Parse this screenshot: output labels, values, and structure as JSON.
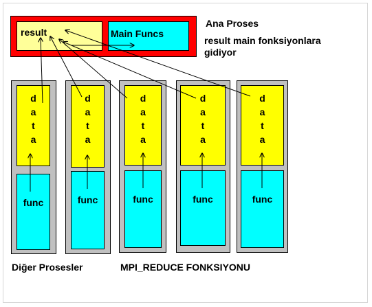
{
  "main": {
    "result_label": "result",
    "main_funcs_label": "Main Funcs",
    "title": "Ana Proses",
    "description_line1": "result main fonksiyonlara",
    "description_line2": "gidiyor"
  },
  "processes": [
    {
      "data_letters": [
        "d",
        "a",
        "t",
        "a"
      ],
      "func_label": "func"
    },
    {
      "data_letters": [
        "d",
        "a",
        "t",
        "a"
      ],
      "func_label": "func"
    },
    {
      "data_letters": [
        "d",
        "a",
        "t",
        "a"
      ],
      "func_label": "func"
    },
    {
      "data_letters": [
        "d",
        "a",
        "t",
        "a"
      ],
      "func_label": "func"
    },
    {
      "data_letters": [
        "d",
        "a",
        "t",
        "a"
      ],
      "func_label": "func"
    }
  ],
  "footer": {
    "left_caption": "Diğer Prosesler",
    "center_caption": "MPI_REDUCE FONKSIYONU"
  },
  "colors": {
    "main_border": "#ff0000",
    "result_fill": "#ffff99",
    "main_funcs_fill": "#00ffff",
    "process_frame": "#c0c0c0",
    "data_fill": "#ffff00",
    "func_fill": "#00ffff"
  }
}
